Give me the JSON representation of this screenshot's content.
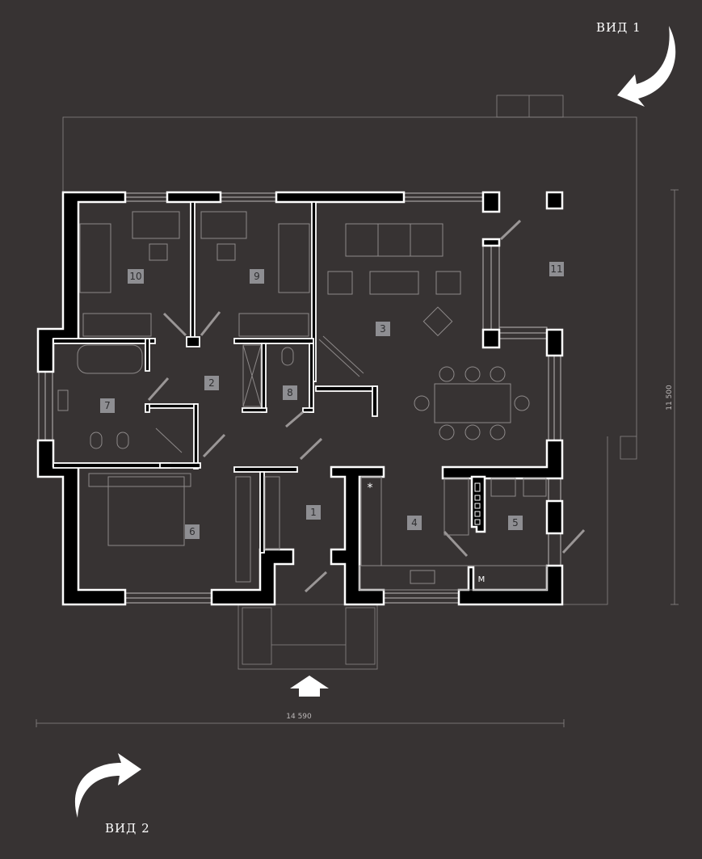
{
  "views": {
    "view1": "ВИД 1",
    "view2": "ВИД 2"
  },
  "dimensions": {
    "width": "14 590",
    "depth": "11 500"
  },
  "rooms": [
    "1",
    "2",
    "3",
    "4",
    "5",
    "6",
    "7",
    "8",
    "9",
    "10",
    "11"
  ],
  "markers": {
    "boiler": "M",
    "star": "*"
  },
  "colors": {
    "background": "#373333",
    "walls": "#000000",
    "outline": "#ffffff"
  }
}
